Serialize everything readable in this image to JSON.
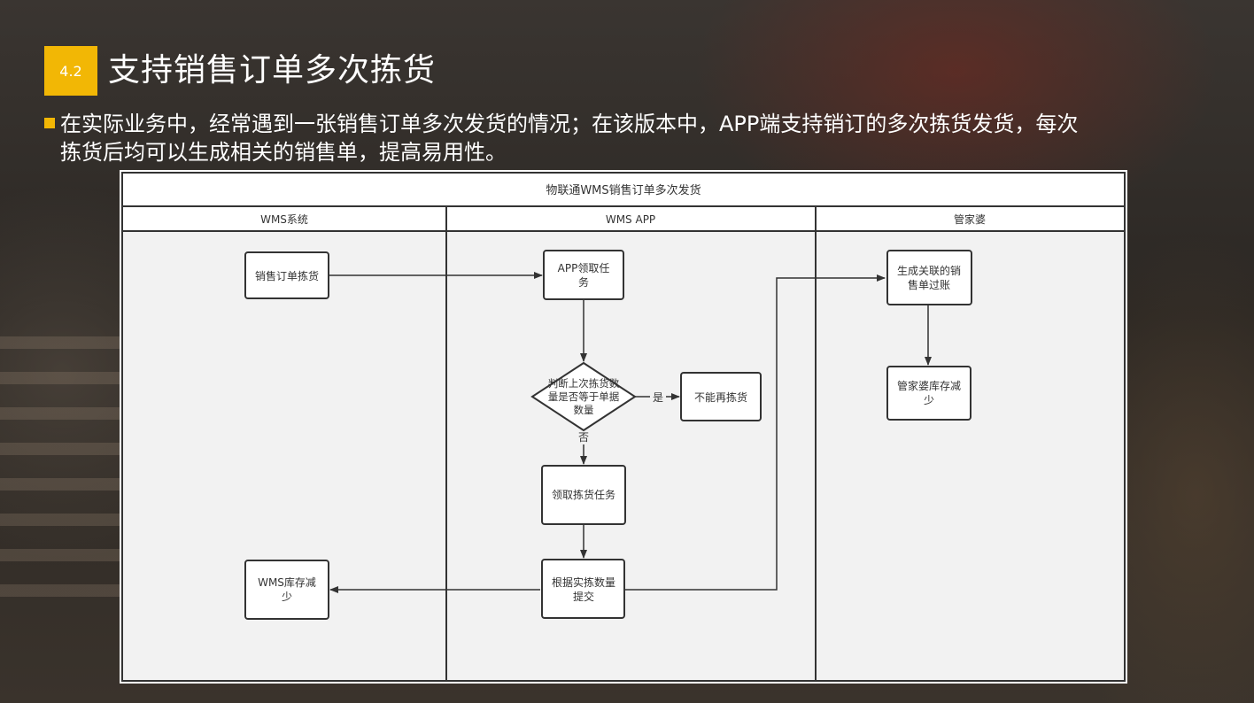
{
  "header": {
    "badge": "4.2",
    "title": "支持销售订单多次拣货"
  },
  "description": {
    "line1": "在实际业务中，经常遇到一张销售订单多次发货的情况；在该版本中，APP端支持销订的多次拣货发货，每次",
    "line2": "拣货后均可以生成相关的销售单，提高易用性。"
  },
  "diagram": {
    "title": "物联通WMS销售订单多次发货",
    "lanes": [
      "WMS系统",
      "WMS APP",
      "管家婆"
    ],
    "nodes": {
      "sales_order_pick": "销售订单拣货",
      "app_receive_task": [
        "APP领取任",
        "务"
      ],
      "judge": [
        "判断上次拣货数",
        "量是否等于单据",
        "数量"
      ],
      "cannot_pick": "不能再拣货",
      "receive_pick_task": "领取拣货任务",
      "submit_actual": [
        "根据实拣数量",
        "提交"
      ],
      "wms_stock_reduce": [
        "WMS库存减",
        "少"
      ],
      "generate_sales": [
        "生成关联的销",
        "售单过账"
      ],
      "gjp_stock_reduce": [
        "管家婆库存减",
        "少"
      ]
    },
    "edge_labels": {
      "yes": "是",
      "no": "否"
    }
  },
  "colors": {
    "accent": "#f2b705",
    "lane_fill": "#f2f2f2",
    "stroke": "#333333"
  }
}
